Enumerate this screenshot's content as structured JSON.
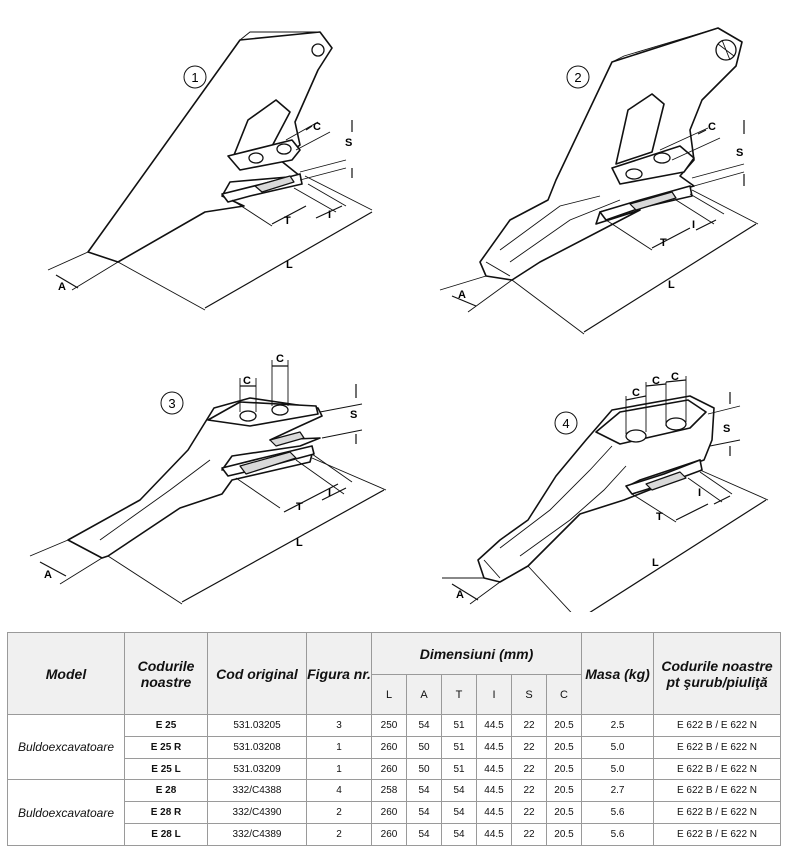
{
  "figures": [
    {
      "number": "1",
      "dims": [
        "C",
        "S",
        "T",
        "I",
        "L",
        "A"
      ]
    },
    {
      "number": "2",
      "dims": [
        "C",
        "S",
        "T",
        "I",
        "L",
        "A"
      ]
    },
    {
      "number": "3",
      "dims": [
        "C",
        "C",
        "S",
        "T",
        "I",
        "L",
        "A"
      ]
    },
    {
      "number": "4",
      "dims": [
        "C",
        "C",
        "C",
        "S",
        "T",
        "I",
        "L",
        "A"
      ]
    }
  ],
  "table": {
    "headers": {
      "model": "Model",
      "our_codes": "Codurile noastre",
      "original_code": "Cod original",
      "figure_no": "Figura nr.",
      "dimensions": "Dimensiuni (mm)",
      "mass": "Masa (kg)",
      "bolt_codes": "Codurile noastre pt şurub/piuliţă",
      "dim_cols": [
        "L",
        "A",
        "T",
        "I",
        "S",
        "C"
      ]
    },
    "groups": [
      {
        "model": "Buldoexcavatoare",
        "rows": [
          {
            "code": "E 25",
            "original": "531.03205",
            "figure": "3",
            "L": "250",
            "A": "54",
            "T": "51",
            "I": "44.5",
            "S": "22",
            "C": "20.5",
            "mass": "2.5",
            "bolt": "E 622 B / E 622 N"
          },
          {
            "code": "E 25 R",
            "original": "531.03208",
            "figure": "1",
            "L": "260",
            "A": "50",
            "T": "51",
            "I": "44.5",
            "S": "22",
            "C": "20.5",
            "mass": "5.0",
            "bolt": "E 622 B / E 622 N"
          },
          {
            "code": "E 25 L",
            "original": "531.03209",
            "figure": "1",
            "L": "260",
            "A": "50",
            "T": "51",
            "I": "44.5",
            "S": "22",
            "C": "20.5",
            "mass": "5.0",
            "bolt": "E 622 B / E 622 N"
          }
        ]
      },
      {
        "model": "Buldoexcavatoare",
        "rows": [
          {
            "code": "E 28",
            "original": "332/C4388",
            "figure": "4",
            "L": "258",
            "A": "54",
            "T": "54",
            "I": "44.5",
            "S": "22",
            "C": "20.5",
            "mass": "2.7",
            "bolt": "E 622 B / E 622 N"
          },
          {
            "code": "E 28 R",
            "original": "332/C4390",
            "figure": "2",
            "L": "260",
            "A": "54",
            "T": "54",
            "I": "44.5",
            "S": "22",
            "C": "20.5",
            "mass": "5.6",
            "bolt": "E 622 B / E 622 N"
          },
          {
            "code": "E 28 L",
            "original": "332/C4389",
            "figure": "2",
            "L": "260",
            "A": "54",
            "T": "54",
            "I": "44.5",
            "S": "22",
            "C": "20.5",
            "mass": "5.6",
            "bolt": "E 622 B / E 622 N"
          }
        ]
      }
    ]
  }
}
